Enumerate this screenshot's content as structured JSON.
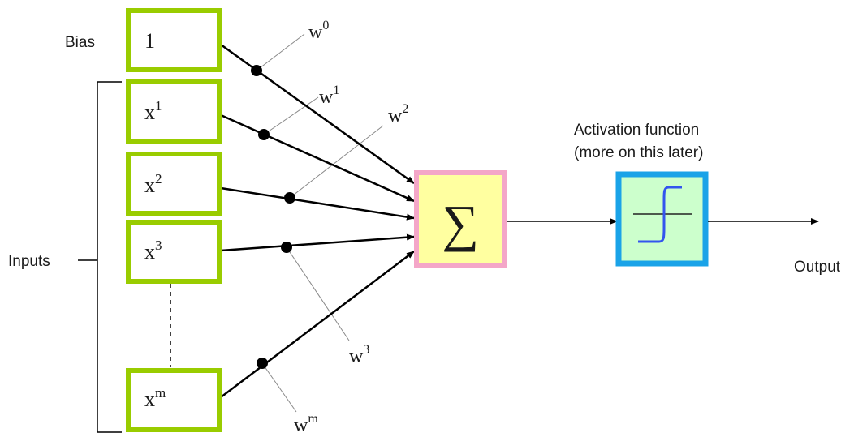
{
  "labels": {
    "bias": "Bias",
    "inputs": "Inputs",
    "output": "Output",
    "activation_line1": "Activation function",
    "activation_line2": "(more on this later)"
  },
  "nodes": {
    "bias_value": "1",
    "inputs": [
      {
        "base": "x",
        "sup": "1"
      },
      {
        "base": "x",
        "sup": "2"
      },
      {
        "base": "x",
        "sup": "3"
      },
      {
        "base": "x",
        "sup": "m"
      }
    ],
    "sum_symbol": "∑"
  },
  "weights": [
    {
      "base": "w",
      "sup": "0"
    },
    {
      "base": "w",
      "sup": "1"
    },
    {
      "base": "w",
      "sup": "2"
    },
    {
      "base": "w",
      "sup": "3"
    },
    {
      "base": "w",
      "sup": "m"
    }
  ],
  "colors": {
    "input_border": "#99cc00",
    "sum_border": "#f4a6c8",
    "sum_fill": "#ffffa0",
    "activation_border": "#1aa3e8",
    "activation_fill": "#ccffcc",
    "step_curve": "#3355ee"
  }
}
